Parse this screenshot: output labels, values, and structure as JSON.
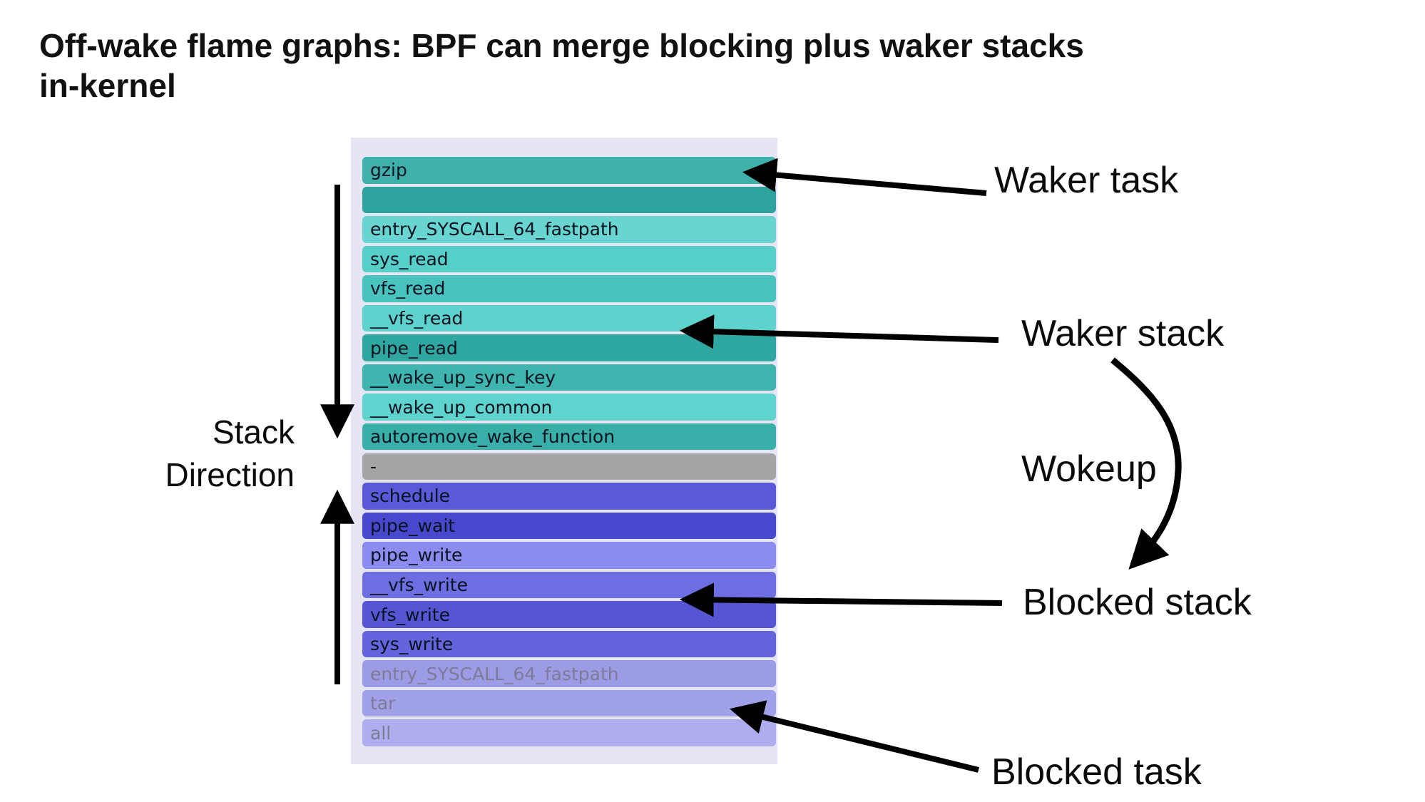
{
  "title": {
    "text": "Off-wake flame graphs: BPF can merge blocking plus waker stacks\nin-kernel"
  },
  "flame_graph": {
    "background_color": "#E5E5F4",
    "frame_text_color": "#0A1220",
    "muted_frame_text_color": "#7C7C96",
    "frames": [
      {
        "label": "gzip",
        "color": "#3EB1AB",
        "muted": false
      },
      {
        "label": "",
        "color": "#2EA39D",
        "muted": false
      },
      {
        "label": "entry_SYSCALL_64_fastpath",
        "color": "#68D5D0",
        "muted": false
      },
      {
        "label": "sys_read",
        "color": "#57CFC9",
        "muted": false
      },
      {
        "label": "vfs_read",
        "color": "#49C3BD",
        "muted": false
      },
      {
        "label": "__vfs_read",
        "color": "#5ED2CC",
        "muted": false
      },
      {
        "label": "pipe_read",
        "color": "#2FA7A1",
        "muted": false
      },
      {
        "label": "__wake_up_sync_key",
        "color": "#3FB5AF",
        "muted": false
      },
      {
        "label": "__wake_up_common",
        "color": "#5FD3CD",
        "muted": false
      },
      {
        "label": "autoremove_wake_function",
        "color": "#39AFA9",
        "muted": false
      },
      {
        "label": "-",
        "color": "#A5A5A5",
        "muted": false
      },
      {
        "label": "schedule",
        "color": "#5A5AD8",
        "muted": false
      },
      {
        "label": "pipe_wait",
        "color": "#4848CE",
        "muted": false
      },
      {
        "label": "pipe_write",
        "color": "#8B8BF0",
        "muted": false
      },
      {
        "label": "__vfs_write",
        "color": "#6E6EE3",
        "muted": false
      },
      {
        "label": "vfs_write",
        "color": "#5656D5",
        "muted": false
      },
      {
        "label": "sys_write",
        "color": "#6464DD",
        "muted": false
      },
      {
        "label": "entry_SYSCALL_64_fastpath",
        "color": "#9B9BE6",
        "muted": true
      },
      {
        "label": "tar",
        "color": "#A1A1EA",
        "muted": true
      },
      {
        "label": "all",
        "color": "#AEAEEF",
        "muted": true
      }
    ]
  },
  "annotations": {
    "waker_task": "Waker task",
    "waker_stack": "Waker stack",
    "wokeup": "Wokeup",
    "blocked_stack": "Blocked stack",
    "blocked_task": "Blocked task",
    "stack_direction": "Stack\nDirection"
  },
  "arrow_color": "#000000"
}
